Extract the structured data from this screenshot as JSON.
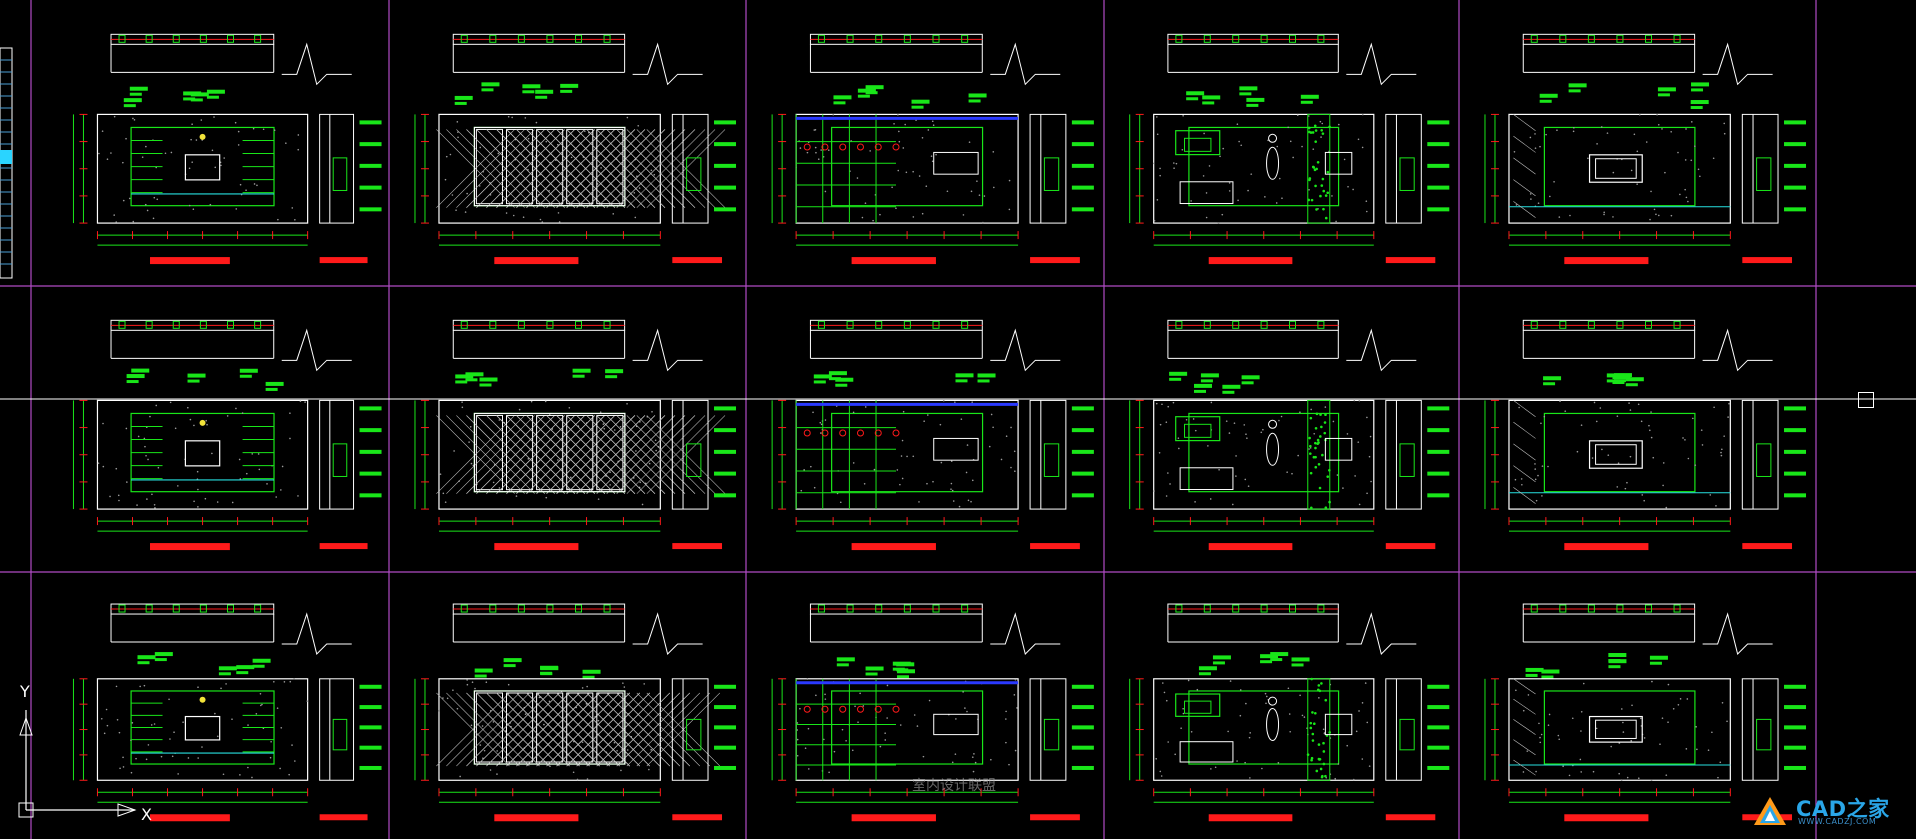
{
  "app": {
    "name": "CAD drawing viewport",
    "background": "#000000"
  },
  "colors": {
    "grid_border": "#b04bc4",
    "line_white": "#ffffff",
    "line_green": "#19e619",
    "line_red": "#ff1a1a",
    "line_cyan": "#27e0e0",
    "line_blue": "#2a39ff",
    "line_yellow": "#f2e33a",
    "crosshair": "#ffffff"
  },
  "grid": {
    "columns": 5,
    "rows": 3
  },
  "drawings": [
    {
      "name": "elevation-1",
      "row": 1,
      "col": 1
    },
    {
      "name": "elevation-2",
      "row": 1,
      "col": 2
    },
    {
      "name": "elevation-3",
      "row": 1,
      "col": 3
    },
    {
      "name": "elevation-4",
      "row": 1,
      "col": 4
    },
    {
      "name": "elevation-5",
      "row": 1,
      "col": 5
    },
    {
      "name": "elevation-6",
      "row": 2,
      "col": 1
    },
    {
      "name": "elevation-7",
      "row": 2,
      "col": 2
    },
    {
      "name": "elevation-8",
      "row": 2,
      "col": 3
    },
    {
      "name": "elevation-9",
      "row": 2,
      "col": 4
    },
    {
      "name": "elevation-10",
      "row": 2,
      "col": 5
    },
    {
      "name": "elevation-11",
      "row": 3,
      "col": 1
    },
    {
      "name": "elevation-12",
      "row": 3,
      "col": 2
    },
    {
      "name": "elevation-13",
      "row": 3,
      "col": 3
    },
    {
      "name": "elevation-14",
      "row": 3,
      "col": 4
    },
    {
      "name": "elevation-15",
      "row": 3,
      "col": 5
    }
  ],
  "ucs_icon": {
    "y_label": "Y",
    "x_label": "X"
  },
  "watermark_center": {
    "text": "室内设计联盟"
  },
  "watermark_logo": {
    "text": "CAD之家",
    "url": "WWW.CADZJ.COM"
  }
}
